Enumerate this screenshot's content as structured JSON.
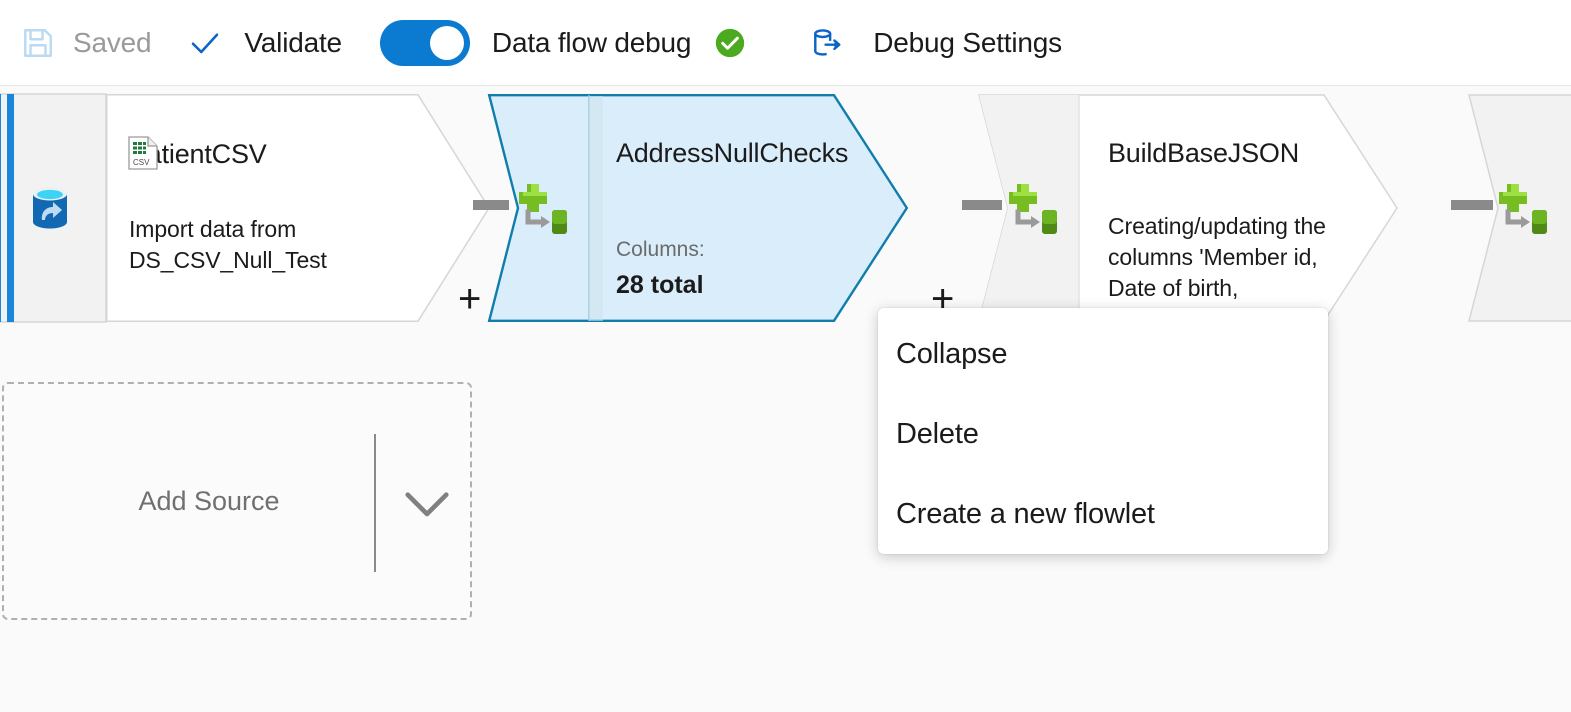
{
  "toolbar": {
    "save": {
      "label": "Saved",
      "icon": "save-icon",
      "enabled": false
    },
    "validate": {
      "label": "Validate",
      "icon": "checkmark-icon"
    },
    "debug_toggle": {
      "label": "Data flow debug",
      "state": "on",
      "accent": "#0b7ad1"
    },
    "debug_status": {
      "icon": "success-check-circle-icon",
      "color": "#4caa1e"
    },
    "debug_settings": {
      "label": "Debug Settings",
      "icon": "database-export-icon",
      "color": "#0b65c9"
    }
  },
  "canvas": {
    "background": "#fafafa",
    "nodes": [
      {
        "id": "clipped-source",
        "name": "",
        "type": "source",
        "icon": "source-database-icon",
        "selected": false,
        "clipped": true
      },
      {
        "id": "patientcsv",
        "name": "PatientCSV",
        "type": "source",
        "icon": "csv-file-icon",
        "description": "Import data from DS_CSV_Null_Test",
        "selected": false
      },
      {
        "id": "addressnullchecks",
        "name": "AddressNullChecks",
        "type": "derived-column",
        "icon": "derived-column-icon",
        "stat_label": "Columns:",
        "stat_value": "28 total",
        "selected": true,
        "selected_border": "#107dac",
        "selected_fill": "#d9edfa"
      },
      {
        "id": "buildbasejson",
        "name": "BuildBaseJSON",
        "type": "derived-column",
        "icon": "derived-column-icon",
        "description": "Creating/updating the columns 'Member id, Date of birth, Deceased, Date of death, Usual contact address,",
        "selected": false
      },
      {
        "id": "next-node",
        "name": "",
        "type": "derived-column",
        "icon": "derived-column-icon",
        "selected": false,
        "clipped": true
      }
    ],
    "add_node_glyph": "+",
    "add_source": {
      "label": "Add Source",
      "chevron_icon": "chevron-down-icon"
    }
  },
  "context_menu": {
    "items": [
      {
        "label": "Collapse"
      },
      {
        "label": "Delete"
      },
      {
        "label": "Create a new flowlet"
      }
    ]
  }
}
